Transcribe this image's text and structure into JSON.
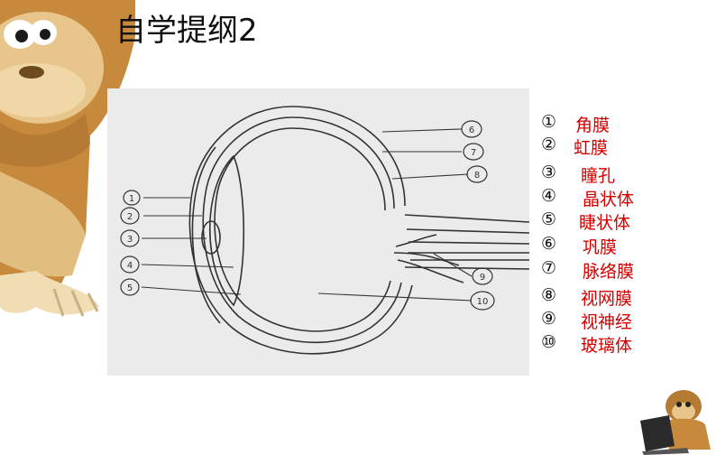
{
  "title": "自学提纲2",
  "diagram": {
    "left_labels": [
      "1",
      "2",
      "3",
      "4",
      "5"
    ],
    "right_labels": [
      "6",
      "7",
      "8",
      "9",
      "10"
    ]
  },
  "legend": [
    {
      "num": "①",
      "label": "角膜"
    },
    {
      "num": "②",
      "label": "虹膜"
    },
    {
      "num": "③",
      "label": "瞳孔"
    },
    {
      "num": "④",
      "label": "晶状体"
    },
    {
      "num": "⑤",
      "label": "睫状体"
    },
    {
      "num": "⑥",
      "label": "巩膜"
    },
    {
      "num": "⑦",
      "label": "脉络膜"
    },
    {
      "num": "⑧",
      "label": "视网膜"
    },
    {
      "num": "⑨",
      "label": "视神经"
    },
    {
      "num": "⑩",
      "label": "玻璃体"
    }
  ],
  "colors": {
    "legend_label": "#d40000",
    "panel": "#ebebeb"
  }
}
